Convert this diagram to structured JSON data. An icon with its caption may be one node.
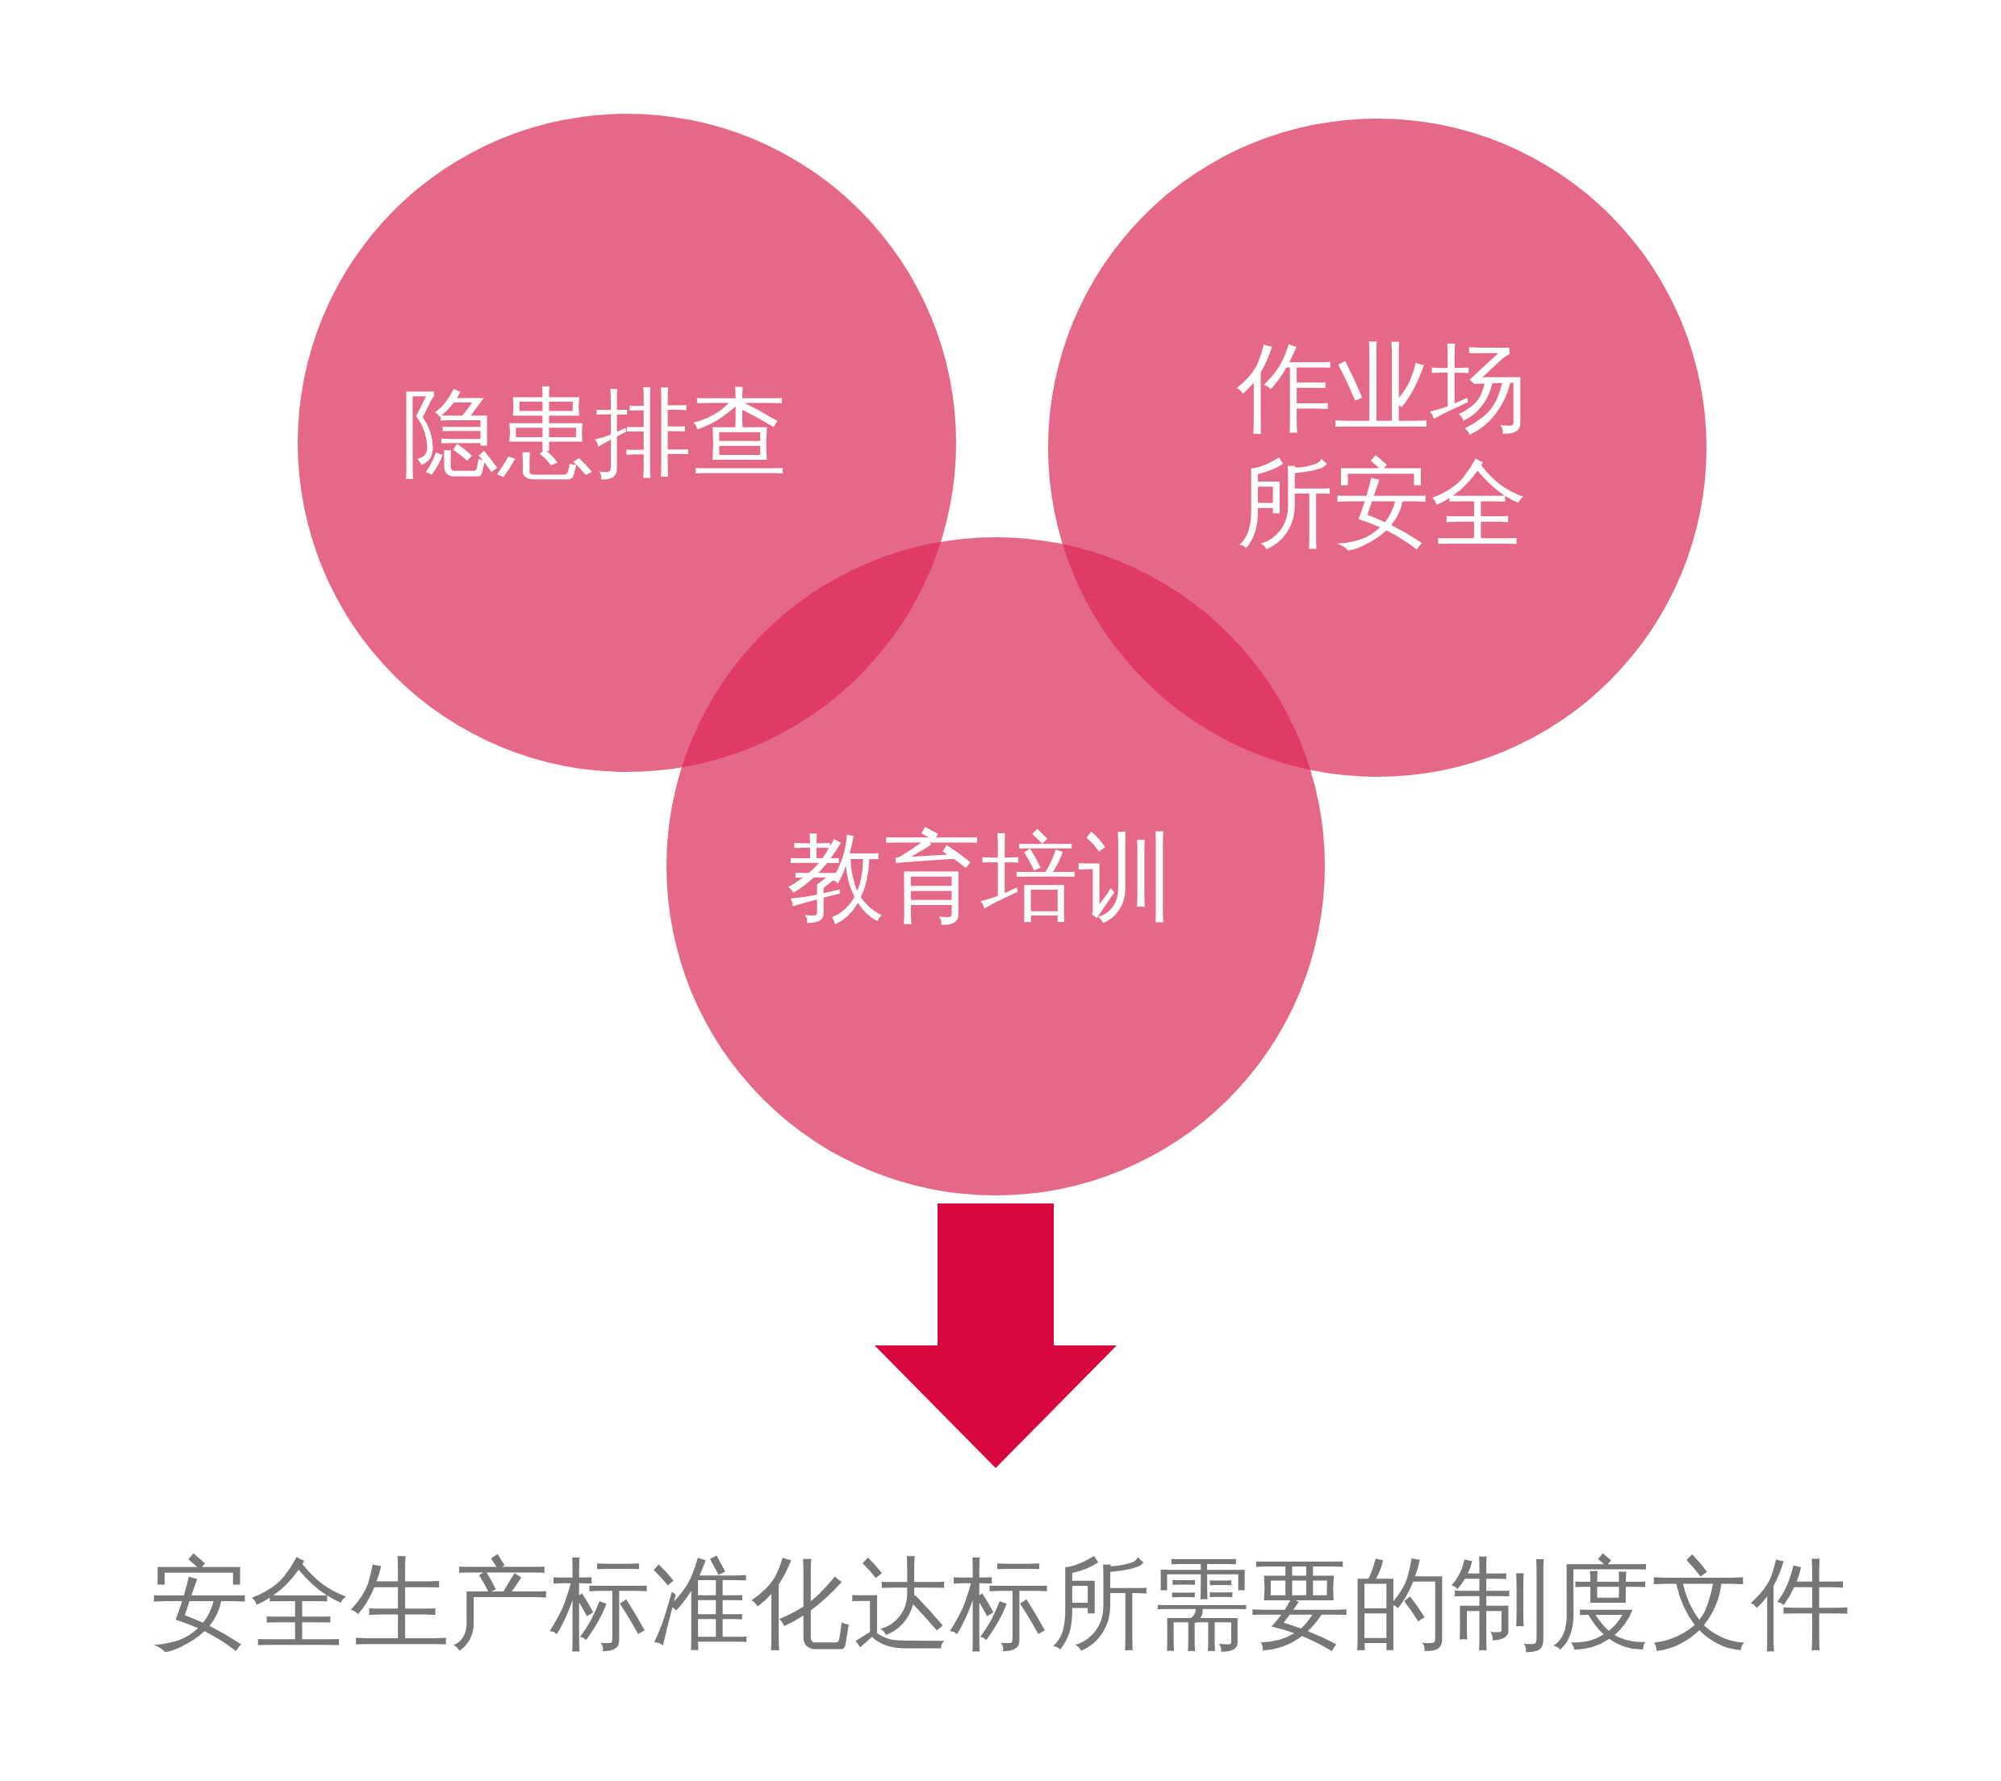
{
  "diagram": {
    "nodes": [
      {
        "text": [
          "隐患排查"
        ]
      },
      {
        "text": [
          "作业场所安全"
        ]
      },
      {
        "text": [
          "教育培训"
        ]
      },
      {
        "text": [
          "安全生产标准化达标所需要的制度文件"
        ]
      }
    ],
    "edges": [
      {
        "from": 2,
        "to": 3,
        "arrow": "to",
        "style": "thick"
      }
    ]
  }
}
